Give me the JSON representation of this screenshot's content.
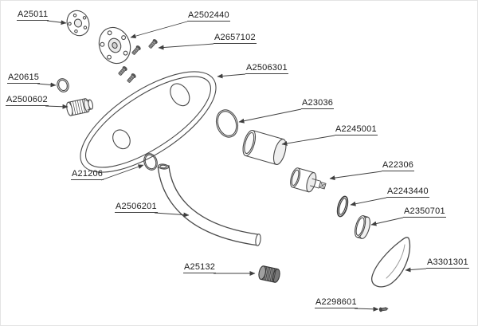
{
  "colors": {
    "line": "#4a4a4a",
    "leader": "#3f3f3f",
    "label_text": "#1a1a1a",
    "background": "#ffffff"
  },
  "labels": [
    {
      "text": "A25011",
      "part": "mounting-flange"
    },
    {
      "text": "A2502440",
      "part": "valve-body"
    },
    {
      "text": "A2657102",
      "part": "fixing-screws"
    },
    {
      "text": "A2506301",
      "part": "escutcheon-plate"
    },
    {
      "text": "A20615",
      "part": "o-ring-small"
    },
    {
      "text": "A2500602",
      "part": "threaded-adapter"
    },
    {
      "text": "A23036",
      "part": "o-ring-large"
    },
    {
      "text": "A2245001",
      "part": "sleeve"
    },
    {
      "text": "A22306",
      "part": "cartridge"
    },
    {
      "text": "A21206",
      "part": "o-ring-medium"
    },
    {
      "text": "A2506201",
      "part": "spout"
    },
    {
      "text": "A2243440",
      "part": "retaining-ring"
    },
    {
      "text": "A2350701",
      "part": "trim-ring"
    },
    {
      "text": "A25132",
      "part": "aerator"
    },
    {
      "text": "A3301301",
      "part": "handle-lever"
    },
    {
      "text": "A2298601",
      "part": "grub-screw"
    }
  ]
}
